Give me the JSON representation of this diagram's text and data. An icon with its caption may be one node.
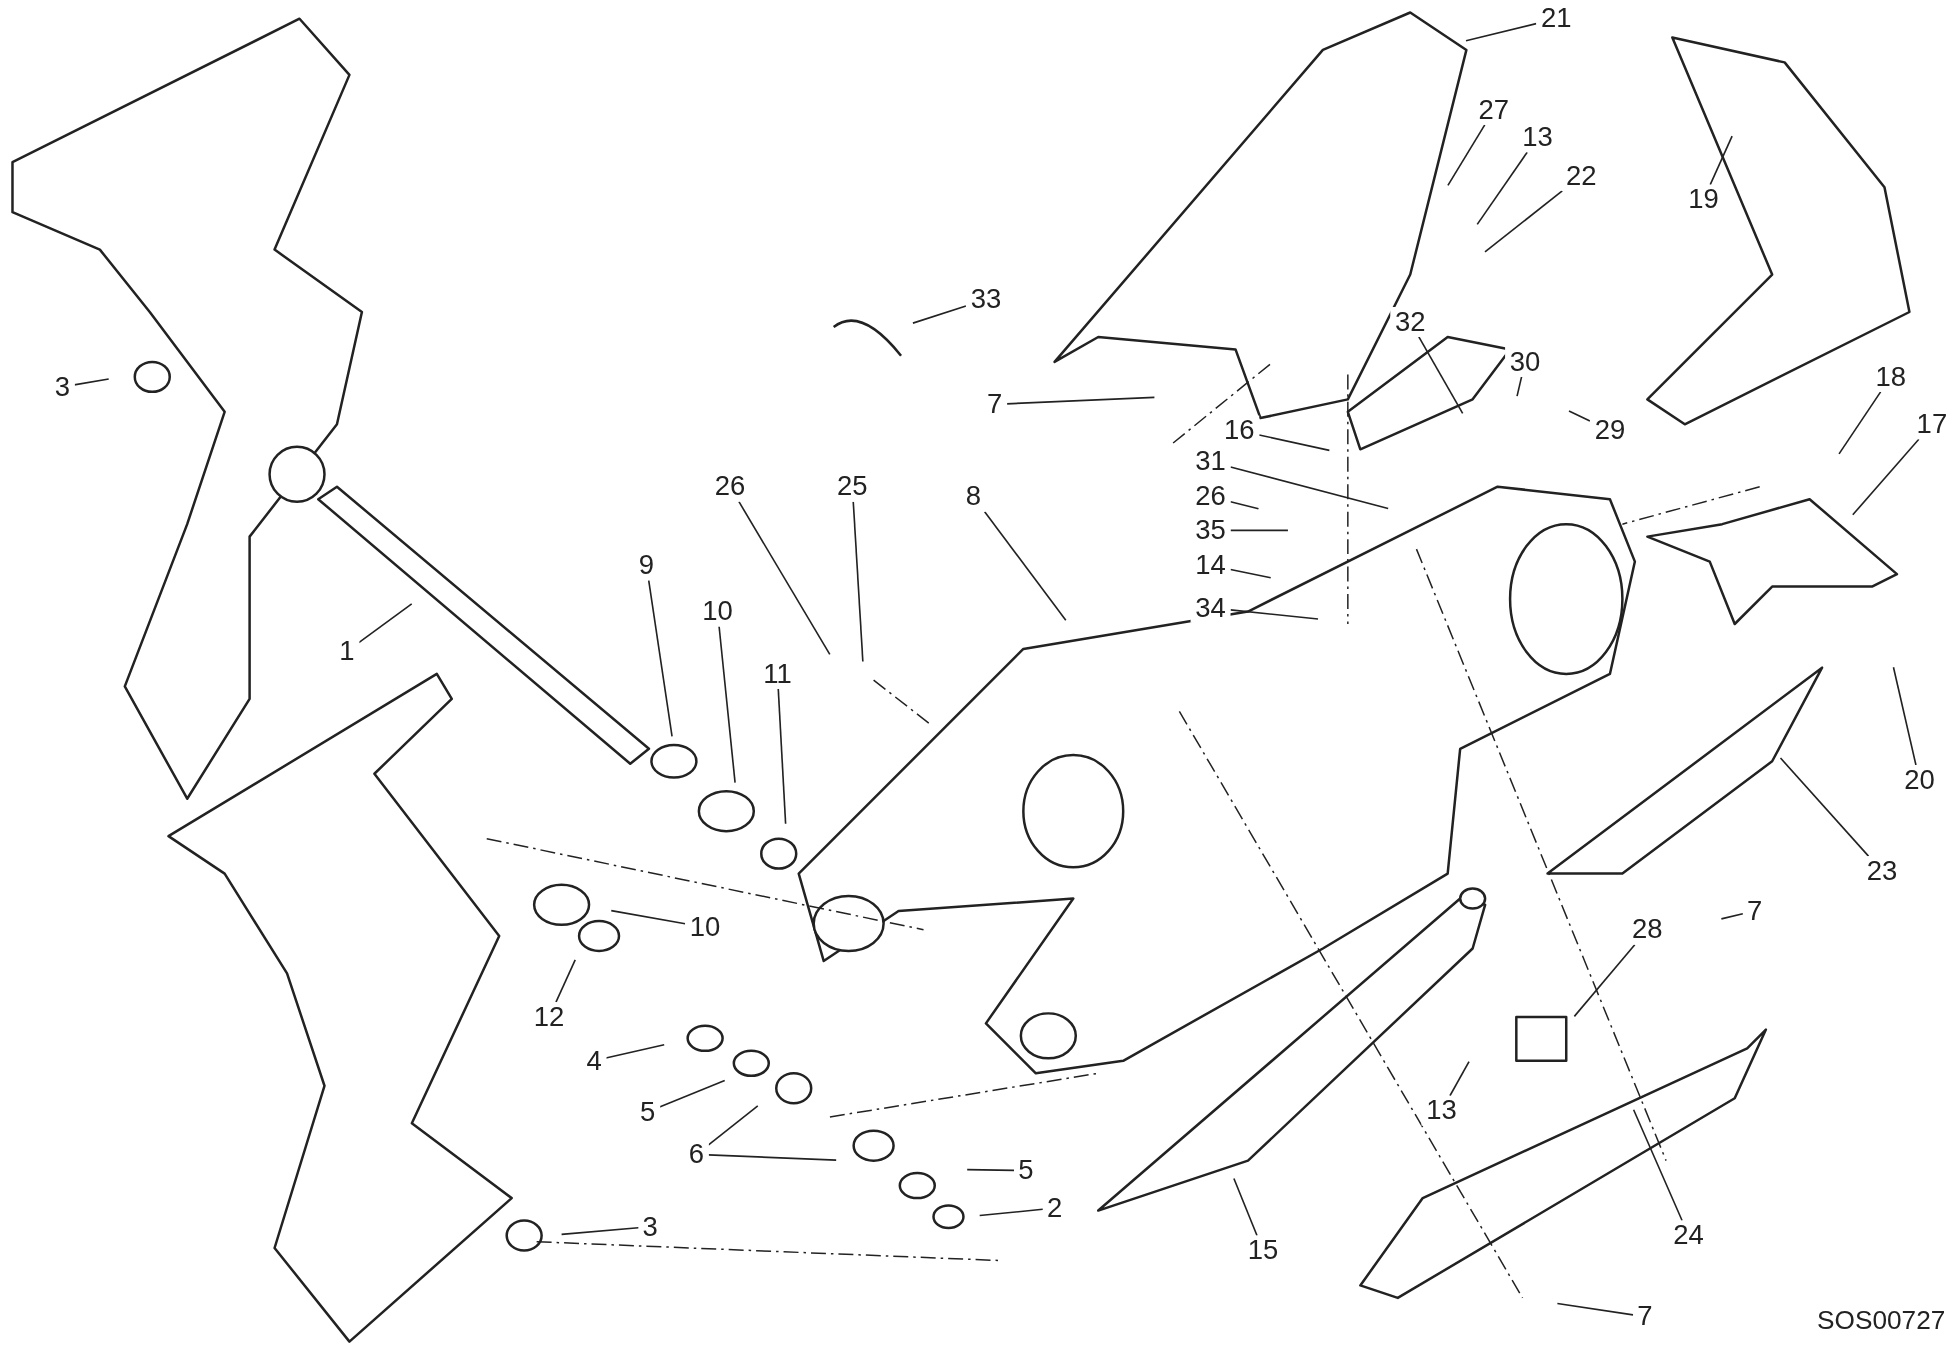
{
  "diagram": {
    "nodes": [
      {
        "text": [
          "21"
        ]
      },
      {
        "text": [
          "27"
        ]
      },
      {
        "text": [
          "13"
        ]
      },
      {
        "text": [
          "22"
        ]
      },
      {
        "text": [
          "19"
        ]
      },
      {
        "text": [
          "33"
        ]
      },
      {
        "text": [
          "3"
        ]
      },
      {
        "text": [
          "7"
        ]
      },
      {
        "text": [
          "32"
        ]
      },
      {
        "text": [
          "30"
        ]
      },
      {
        "text": [
          "29"
        ]
      },
      {
        "text": [
          "18"
        ]
      },
      {
        "text": [
          "17"
        ]
      },
      {
        "text": [
          "16"
        ]
      },
      {
        "text": [
          "31"
        ]
      },
      {
        "text": [
          "26"
        ]
      },
      {
        "text": [
          "35"
        ]
      },
      {
        "text": [
          "14"
        ]
      },
      {
        "text": [
          "34"
        ]
      },
      {
        "text": [
          "26"
        ]
      },
      {
        "text": [
          "25"
        ]
      },
      {
        "text": [
          "8"
        ]
      },
      {
        "text": [
          "9"
        ]
      },
      {
        "text": [
          "10"
        ]
      },
      {
        "text": [
          "11"
        ]
      },
      {
        "text": [
          "1"
        ]
      },
      {
        "text": [
          "20"
        ]
      },
      {
        "text": [
          "23"
        ]
      },
      {
        "text": [
          "7"
        ]
      },
      {
        "text": [
          "10"
        ]
      },
      {
        "text": [
          "28"
        ]
      },
      {
        "text": [
          "12"
        ]
      },
      {
        "text": [
          "4"
        ]
      },
      {
        "text": [
          "13"
        ]
      },
      {
        "text": [
          "5"
        ]
      },
      {
        "text": [
          "6"
        ]
      },
      {
        "text": [
          "5"
        ]
      },
      {
        "text": [
          "2"
        ]
      },
      {
        "text": [
          "3"
        ]
      },
      {
        "text": [
          "24"
        ]
      },
      {
        "text": [
          "15"
        ]
      },
      {
        "text": [
          "7"
        ]
      }
    ],
    "edges": [
      {
        "from": 0,
        "to": null,
        "arrow": "none"
      },
      {
        "from": 1,
        "to": null,
        "arrow": "none"
      },
      {
        "from": 2,
        "to": null,
        "arrow": "none"
      },
      {
        "from": 3,
        "to": null,
        "arrow": "none"
      },
      {
        "from": 4,
        "to": null,
        "arrow": "none"
      },
      {
        "from": 5,
        "to": null,
        "arrow": "none"
      },
      {
        "from": 6,
        "to": null,
        "arrow": "none"
      },
      {
        "from": 7,
        "to": null,
        "arrow": "none"
      },
      {
        "from": 8,
        "to": null,
        "arrow": "none"
      },
      {
        "from": 9,
        "to": null,
        "arrow": "none"
      },
      {
        "from": 10,
        "to": null,
        "arrow": "none"
      },
      {
        "from": 11,
        "to": null,
        "arrow": "none"
      },
      {
        "from": 12,
        "to": null,
        "arrow": "none"
      },
      {
        "from": 13,
        "to": null,
        "arrow": "none"
      },
      {
        "from": 14,
        "to": null,
        "arrow": "none"
      },
      {
        "from": 15,
        "to": null,
        "arrow": "none"
      },
      {
        "from": 16,
        "to": null,
        "arrow": "none"
      },
      {
        "from": 17,
        "to": null,
        "arrow": "none"
      },
      {
        "from": 18,
        "to": null,
        "arrow": "none"
      },
      {
        "from": 19,
        "to": null,
        "arrow": "none"
      },
      {
        "from": 20,
        "to": null,
        "arrow": "none"
      },
      {
        "from": 21,
        "to": null,
        "arrow": "none"
      },
      {
        "from": 22,
        "to": null,
        "arrow": "none"
      },
      {
        "from": 23,
        "to": null,
        "arrow": "none"
      },
      {
        "from": 24,
        "to": null,
        "arrow": "none"
      },
      {
        "from": 25,
        "to": null,
        "arrow": "none"
      },
      {
        "from": 26,
        "to": null,
        "arrow": "none"
      },
      {
        "from": 27,
        "to": null,
        "arrow": "none"
      },
      {
        "from": 28,
        "to": null,
        "arrow": "none"
      },
      {
        "from": 29,
        "to": null,
        "arrow": "none"
      },
      {
        "from": 30,
        "to": null,
        "arrow": "none"
      },
      {
        "from": 31,
        "to": null,
        "arrow": "none"
      },
      {
        "from": 32,
        "to": null,
        "arrow": "none"
      },
      {
        "from": 33,
        "to": null,
        "arrow": "none"
      },
      {
        "from": 34,
        "to": null,
        "arrow": "none"
      },
      {
        "from": 35,
        "to": null,
        "arrow": "none"
      },
      {
        "from": 35,
        "to": null,
        "arrow": "none"
      },
      {
        "from": 36,
        "to": null,
        "arrow": "none"
      },
      {
        "from": 37,
        "to": null,
        "arrow": "none"
      },
      {
        "from": 38,
        "to": null,
        "arrow": "none"
      },
      {
        "from": 39,
        "to": null,
        "arrow": "none"
      },
      {
        "from": 40,
        "to": null,
        "arrow": "none"
      },
      {
        "from": 41,
        "to": null,
        "arrow": "none"
      }
    ],
    "labels": [
      "SOS00727"
    ]
  }
}
